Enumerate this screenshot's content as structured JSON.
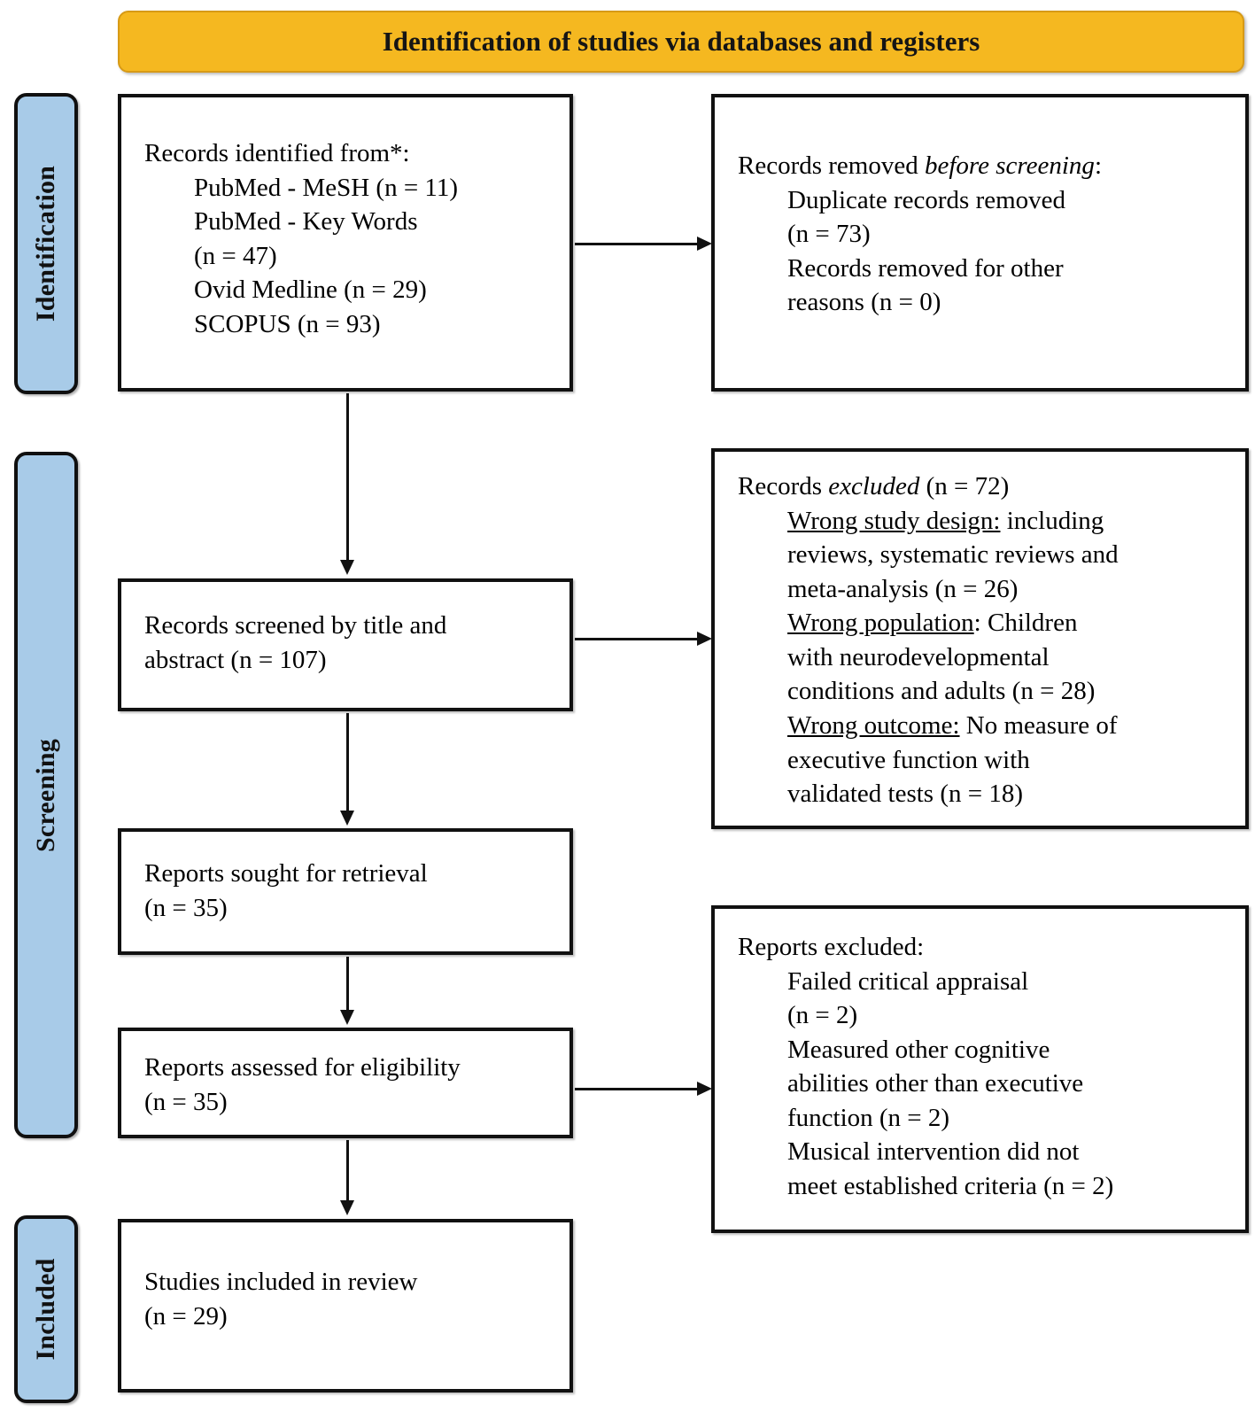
{
  "header": {
    "title": "Identification of studies via databases and registers",
    "background_color": "#f5b820"
  },
  "stages": {
    "band_color": "#a8cbe8",
    "items": [
      {
        "id": "identification",
        "label": "Identification"
      },
      {
        "id": "screening",
        "label": "Screening"
      },
      {
        "id": "included",
        "label": "Included"
      }
    ]
  },
  "boxes": {
    "identified": {
      "heading": "Records identified from*:",
      "lines": [
        "PubMed - MeSH (n = 11)",
        "PubMed - Key Words",
        "(n = 47)",
        "Ovid Medline (n = 29)",
        "SCOPUS (n = 93)"
      ]
    },
    "removed": {
      "heading_pre": "Records removed ",
      "heading_italic": "before screening",
      "heading_post": ":",
      "lines": [
        "Duplicate records removed",
        "(n = 73)",
        "Records removed for other",
        "reasons (n = 0)"
      ]
    },
    "screened": {
      "lines": [
        "Records screened by title and",
        "abstract (n = 107)"
      ]
    },
    "records_excluded": {
      "heading_pre": "Records ",
      "heading_italic": "excluded",
      "heading_post": " (n = 72)",
      "reasons": [
        {
          "underlined": "Wrong study design:",
          "rest": " including",
          "cont": [
            "reviews, systematic reviews and",
            "meta-analysis (n = 26)"
          ]
        },
        {
          "underlined": "Wrong population",
          "rest": ": Children",
          "cont": [
            "with neurodevelopmental",
            "conditions and adults (n = 28)"
          ]
        },
        {
          "underlined": "Wrong outcome:",
          "rest": " No measure of",
          "cont": [
            "executive function with",
            "validated tests (n = 18)"
          ]
        }
      ]
    },
    "sought": {
      "lines": [
        "Reports sought for retrieval",
        "(n = 35)"
      ]
    },
    "assessed": {
      "lines": [
        "Reports assessed for eligibility",
        "(n = 35)"
      ]
    },
    "reports_excluded": {
      "heading": "Reports excluded:",
      "lines": [
        "Failed critical appraisal",
        "(n = 2)",
        "Measured other cognitive",
        "abilities other than executive",
        "function (n = 2)",
        "Musical intervention did not",
        "meet established criteria (n = 2)"
      ]
    },
    "included": {
      "lines": [
        "Studies included in review",
        "(n = 29)"
      ]
    }
  }
}
